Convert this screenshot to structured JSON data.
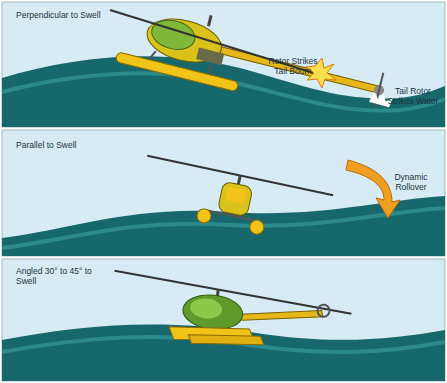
{
  "diagram": {
    "labels": [
      "Perpendicular to Swell",
      "Rotor Strikes Tail Boom",
      "Tail Rotor Strikes Water",
      "Parallel to Swell",
      "Dynamic Rollover",
      "Angled 30° to 45° to Swell"
    ]
  }
}
